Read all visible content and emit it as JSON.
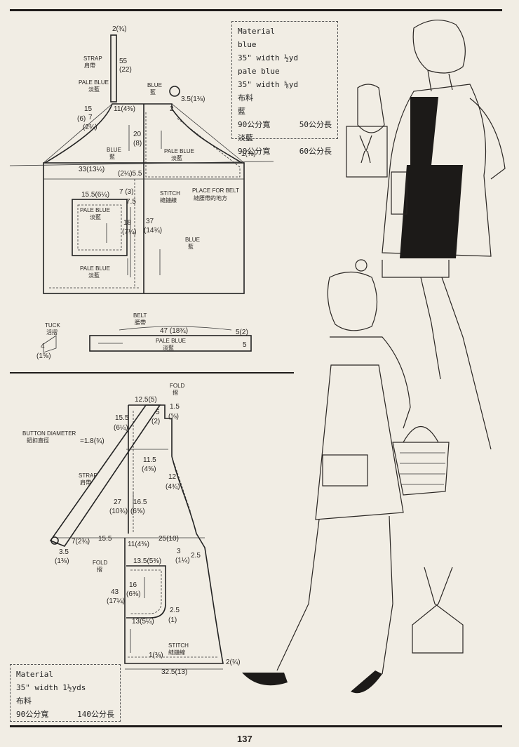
{
  "page_number": "137",
  "top_pattern": {
    "material_box": {
      "lines": [
        "Material",
        "blue",
        "35\" width ½yd",
        "pale blue",
        "35\" width ⅝yd",
        "布料",
        "藍"
      ],
      "rows": [
        [
          "90公分寬",
          "50公分長"
        ],
        [
          "淡藍",
          ""
        ],
        [
          "90公分寬",
          "60公分長"
        ]
      ]
    },
    "labels": {
      "strap": "STRAP",
      "strap_cn": "肩帶",
      "strap_w": "2(¾)",
      "strap_len": "55",
      "strap_len_in": "(22)",
      "pale_blue": "PALE BLUE",
      "pale_blue_cn": "淡藍",
      "blue": "BLUE",
      "blue_cn": "藍",
      "ring": "3.5(1⅜)",
      "two": "2",
      "fifteen": "15",
      "six": "(6)",
      "neck": "11(4⅜)",
      "seven": "7",
      "two_three_quarter": "(2¾)",
      "twenty": "20",
      "eight": "(8)",
      "blue_left": "BLUE",
      "blue_left_cn": "藍",
      "pale_blue_mid": "PALE BLUE",
      "pale_blue_mid_cn": "淡藍",
      "side_top": "1(⅜)",
      "width": "33(13¼)",
      "mid": "(2¼)5.5",
      "pocket_w": "15.5(6¼)",
      "pocket_gap": "7 (3)",
      "pocket_gap2": "7.5",
      "pocket_label": "PALE BLUE",
      "pocket_label_cn": "淡藍",
      "pocket_h": "18",
      "pocket_h_in": "(7¼)",
      "stitch": "STITCH",
      "stitch_cn": "縫鏈線",
      "place_belt": "PLACE FOR BELT",
      "place_belt_cn": "縫腰帶的地方",
      "len": "37",
      "len_in": "(14¾)",
      "blue_right": "BLUE",
      "blue_right_cn": "藍",
      "pale_blue_low": "PALE BLUE",
      "pale_blue_low_cn": "淡藍",
      "tuck": "TUCK",
      "tuck_cn": "活摺",
      "tuck_w": "4",
      "tuck_w_in": "(1⅝)",
      "belt": "BELT",
      "belt_cn": "腰帶",
      "belt_len": "47 (18¾)",
      "belt_end": "5(2)",
      "belt_label": "PALE BLUE",
      "belt_label_cn": "淡藍",
      "belt_five": "5"
    }
  },
  "bottom_pattern": {
    "material_box": {
      "lines": [
        "Material",
        "35\" width 1½yds",
        "布料"
      ],
      "rows": [
        [
          "90公分寬",
          "140公分長"
        ]
      ]
    },
    "labels": {
      "fold_top": "FOLD",
      "fold_top_cn": "摺",
      "top_w": "12.5(5)",
      "d15": "1.5",
      "d58": "(⅝)",
      "s155": "15.5",
      "s614": "(6¼)",
      "s5": "5",
      "s2": "(2)",
      "button": "BUTTON DIAMETER",
      "button_cn": "鈕扣直徑",
      "button_val": "=1.8(¾)",
      "s115": "11.5",
      "s458": "(4⅝)",
      "strap": "STRAP",
      "strap_cn": "肩帶",
      "s12": "12",
      "s434": "(4¾)",
      "s27": "27",
      "s1034": "(10¾)",
      "s165": "16.5",
      "s658": "(6⅝)",
      "end7": "7(2¾)",
      "end155": "15.5",
      "end35": "3.5",
      "end138": "(1⅜)",
      "neck11": "11(4⅜)",
      "w25": "25(10)",
      "fold_left": "FOLD",
      "fold_left_cn": "摺",
      "pocket_w": "13.5(5⅜)",
      "p3": "3",
      "p114": "(1¼)",
      "p25": "2.5",
      "pocket_h": "16",
      "pocket_h_in": "(6⅜)",
      "len43": "43",
      "len43_in": "(17¼)",
      "side25": "2.5",
      "side1": "(1)",
      "pocket_bottom": "13(5¼)",
      "stitch": "STITCH",
      "stitch_cn": "縫鏈線",
      "hem": "1(⅜)",
      "hem_r": "2(¾)",
      "bottom": "32.5(13)"
    }
  }
}
